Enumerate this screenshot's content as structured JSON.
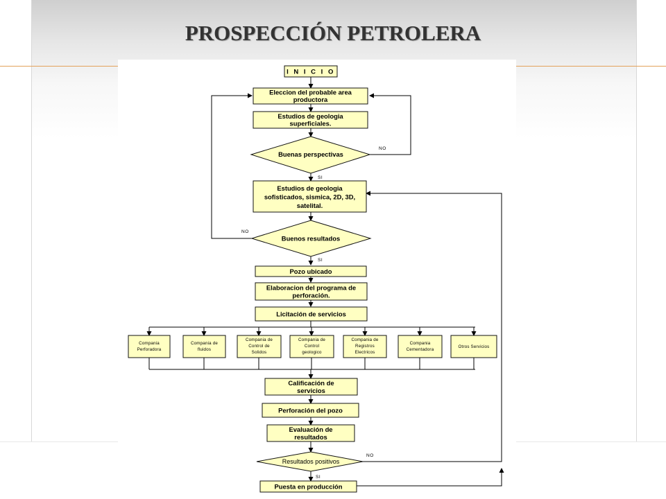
{
  "slide": {
    "title": "PROSPECCIÓN PETROLERA"
  },
  "flow": {
    "inicio": "I N I C I O",
    "area": [
      "Eleccion del probable area",
      "productora"
    ],
    "geo_sup": [
      "Estudios de geologia",
      "superficiales."
    ],
    "perspectivas": "Buenas perspectivas",
    "geo_sof": [
      "Estudios de geologia",
      "sofisticados, sismica, 2D, 3D,",
      "satelital."
    ],
    "resultados": "Buenos resultados",
    "pozo": "Pozo ubicado",
    "programa": [
      "Elaboracion del programa de",
      "perforación."
    ],
    "licitacion": "Licitación de servicios",
    "companias": [
      [
        "Compania",
        "Perforadora"
      ],
      [
        "Compania de",
        "fluidos"
      ],
      [
        "Compania de",
        "Control de",
        "Solidos"
      ],
      [
        "Compania de",
        "Control",
        "geologico"
      ],
      [
        "Compania de",
        "Registros",
        "Electricos"
      ],
      [
        "Compania",
        "Cementadora"
      ],
      [
        "Otros Servicios"
      ]
    ],
    "calificacion": [
      "Calificación de",
      "servicios"
    ],
    "perforacion": "Perforación del pozo",
    "evaluacion": [
      "Evaluación de",
      "resultados"
    ],
    "positivos": "Resultados positivos",
    "produccion": "Puesta en producción",
    "labels": {
      "no": "NO",
      "si": "SI"
    }
  }
}
